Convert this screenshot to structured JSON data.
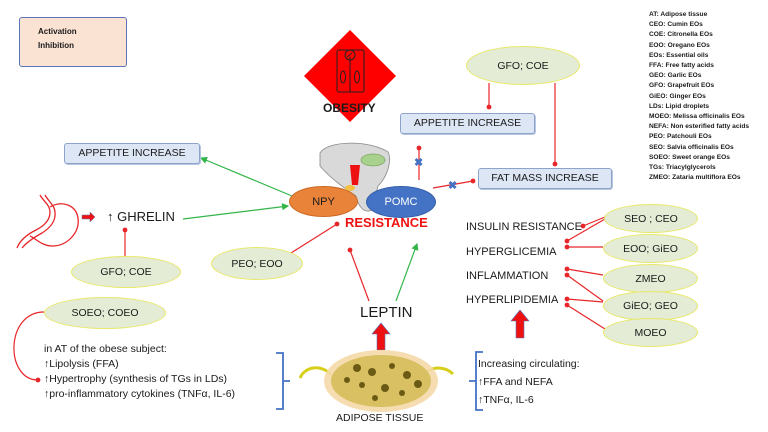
{
  "legend": {
    "activation_label": "Activation",
    "inhibition_label": "Inhibition",
    "activation_color": "#33b54a",
    "inhibition_color": "#e8262a"
  },
  "abbreviations": [
    "AT: Adipose tissue",
    "CEO: Cumin EOs",
    "COE: Citronella EOs",
    "EOO: Oregano EOs",
    "EOs: Essential oils",
    "FFA: Free fatty acids",
    "GEO: Garlic EOs",
    "GFO: Grapefruit EOs",
    "GiEO: Ginger EOs",
    "LDs: Lipid droplets",
    "MOEO: Melissa officinalis EOs",
    "NEFA: Non esterified fatty acids",
    "PEO: Patchouli EOs",
    "SEO: Salvia officinalis EOs",
    "SOEO: Sweet orange EOs",
    "TGs: Triacylglycerols",
    "ZMEO: Zataria multiflora EOs"
  ],
  "center": {
    "obesity_label": "OBESITY",
    "obesity_icon": "bathroom-scale-icon",
    "obesity_color": "#ff0000",
    "brain_icon": "hypothalamus-brain-icon",
    "npy_label": "NPY",
    "pomc_label": "POMC",
    "resistance_label": "RESISTANCE",
    "leptin_label": "LEPTIN",
    "npy_color": "#e9833a",
    "pomc_color": "#4472c4"
  },
  "boxes": {
    "appetite_left": "APPETITE INCREASE",
    "appetite_right": "APPETITE INCREASE",
    "fat_mass": "FAT MASS INCREASE"
  },
  "ovals": {
    "gfo_coe_top": "GFO; COE",
    "gfo_coe_bottom": "GFO; COE",
    "peo_eoo": "PEO; EOO",
    "soeo_coeo": "SOEO; COEO",
    "seo_ceo": "SEO ; CEO",
    "eoo_gieo": "EOO; GiEO",
    "zmeo": "ZMEO",
    "gieo_geo": "GiEO; GEO",
    "moeo": "MOEO"
  },
  "ghrelin": {
    "label": "↑ GHRELIN",
    "stomach_icon": "stomach-icon"
  },
  "conditions": [
    "INSULIN RESISTANCE",
    "HYPERGLICEMIA",
    "INFLAMMATION",
    "HYPERLIPIDEMIA"
  ],
  "adipose": {
    "label": "ADIPOSE TISSUE",
    "left_list": [
      "in AT of the obese subject:",
      "↑Lipolysis (FFA)",
      "↑Hypertrophy (synthesis of TGs in LDs)",
      "↑pro-inflammatory cytokines (TNFα, IL-6)"
    ],
    "right_list": [
      "Increasing circulating:",
      "↑FFA and NEFA",
      "↑TNFα, IL-6"
    ]
  }
}
